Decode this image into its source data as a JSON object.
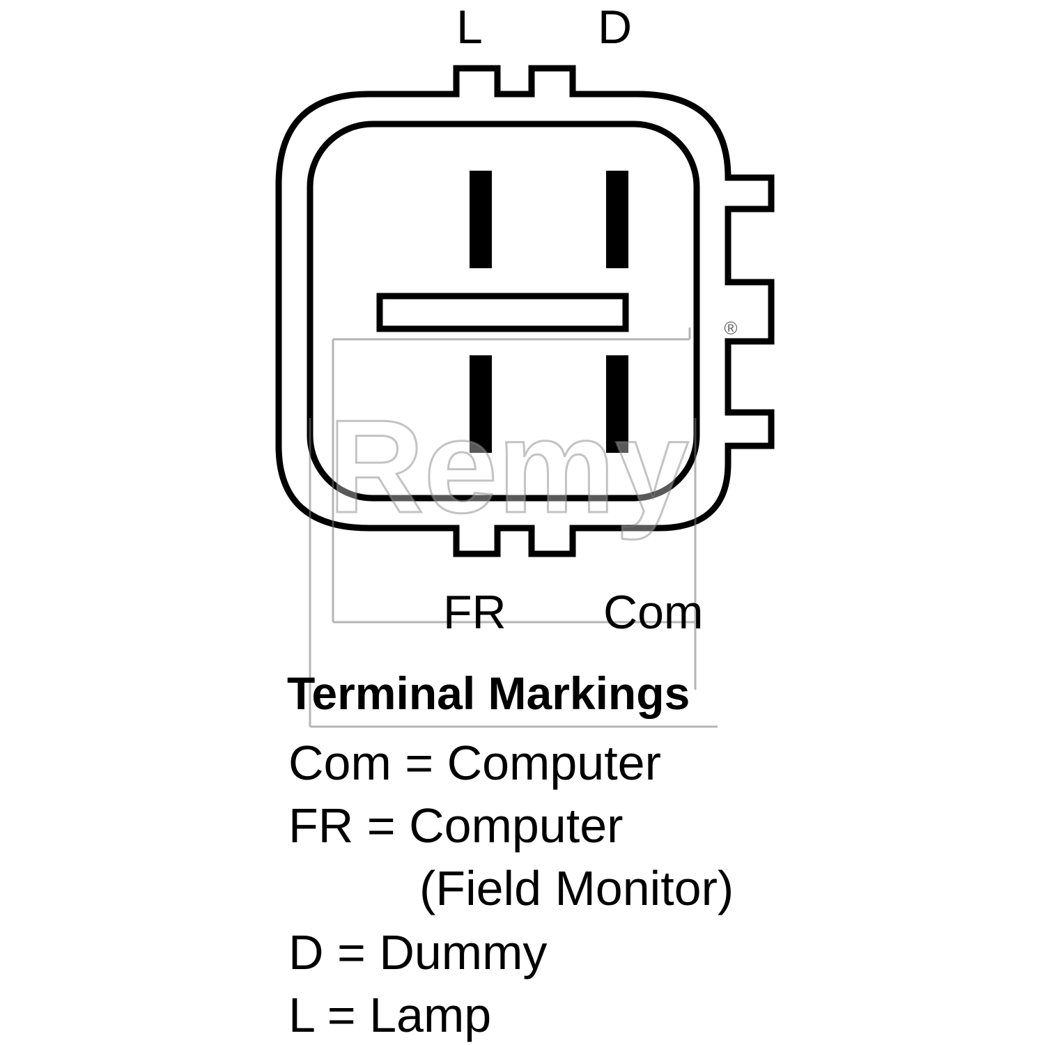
{
  "diagram": {
    "terminals": {
      "top_left": "L",
      "top_right": "D",
      "bottom_left": "FR",
      "bottom_right": "Com"
    },
    "watermark": {
      "text": "Remy",
      "registered_mark": "®"
    }
  },
  "legend": {
    "title": "Terminal Markings",
    "entries": [
      {
        "line": "Com = Computer"
      },
      {
        "line": "FR = Computer"
      },
      {
        "line": "(Field Monitor)"
      },
      {
        "line": "D = Dummy"
      },
      {
        "line": "L = Lamp"
      }
    ]
  }
}
